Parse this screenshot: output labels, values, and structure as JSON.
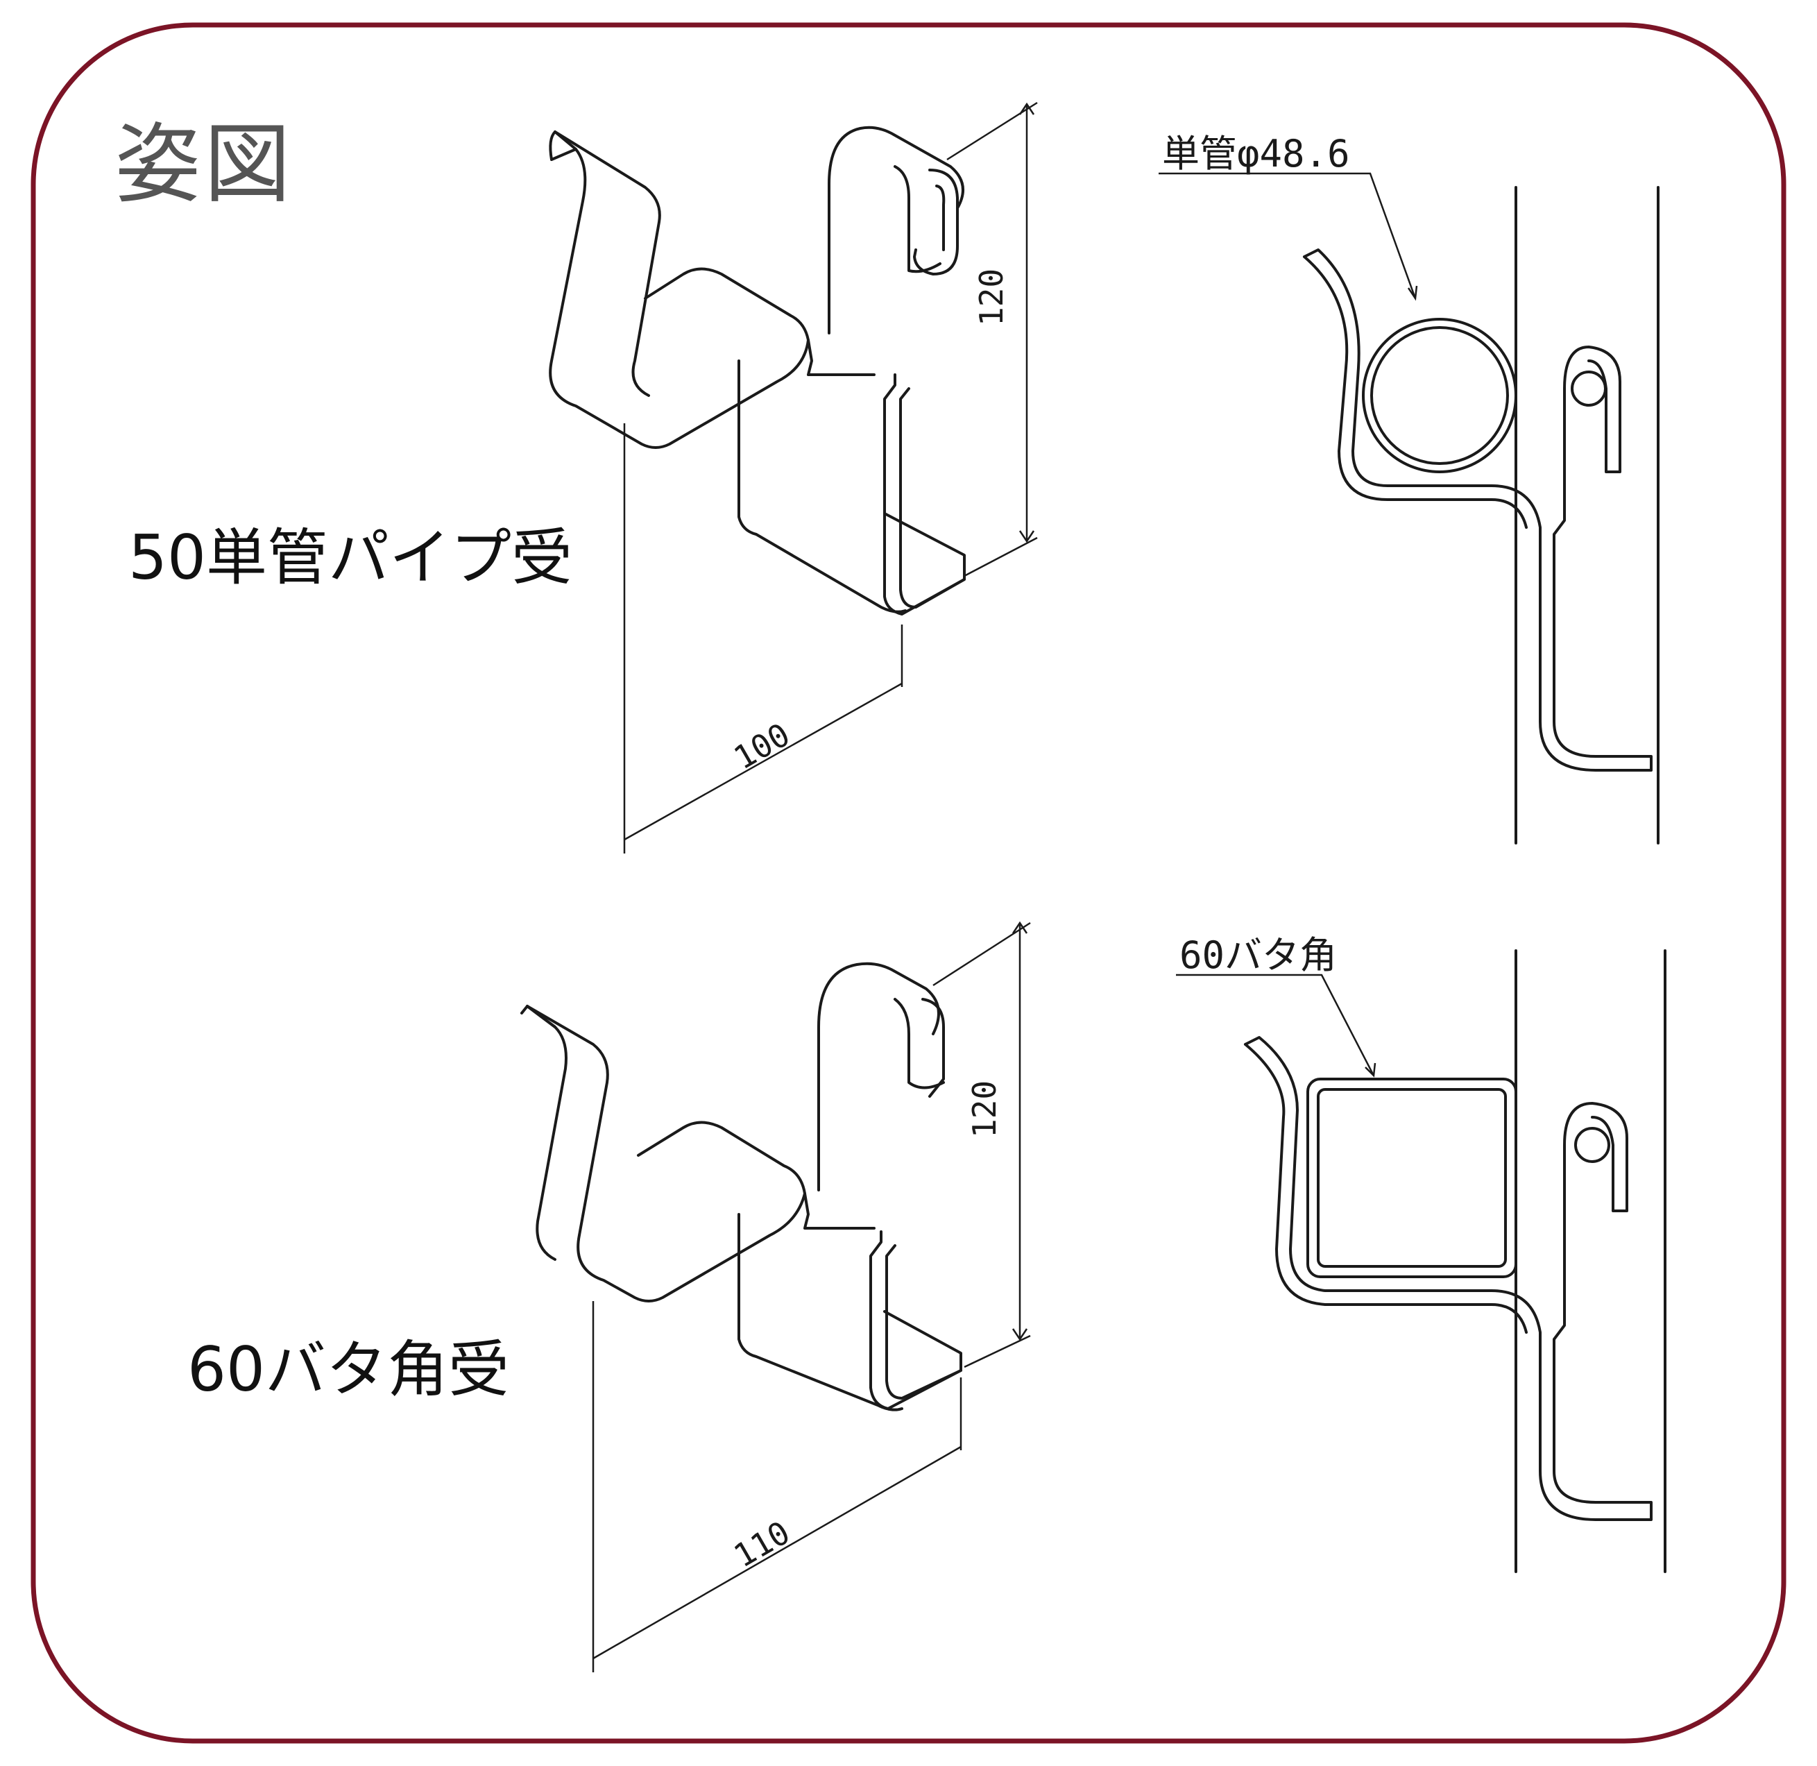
{
  "page": {
    "title": "姿図",
    "frame_color": "#7b1426"
  },
  "variants": [
    {
      "label": "50単管パイプ受",
      "dimension_height": "120",
      "dimension_width": "100",
      "callout": "単管φ48.6"
    },
    {
      "label": "60バタ角受",
      "dimension_height": "120",
      "dimension_width": "110",
      "callout": "60バタ角"
    }
  ]
}
